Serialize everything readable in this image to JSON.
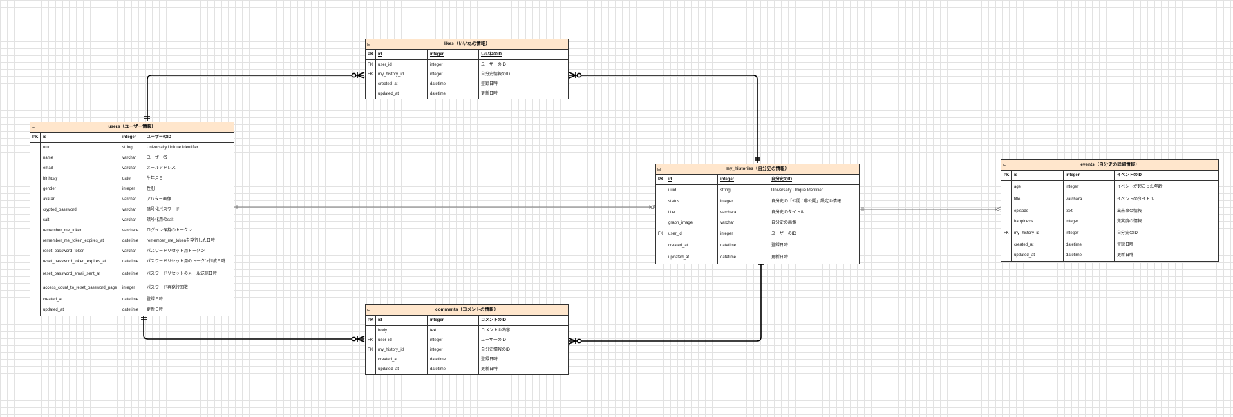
{
  "tables": {
    "likes": {
      "title": "likes（いいねの情報）",
      "rows": [
        {
          "key": "PK",
          "name": "id",
          "type": "integer",
          "comment": "いいねのID"
        },
        {
          "key": "FK",
          "name": "user_id",
          "type": "integer",
          "comment": "ユーザーのID"
        },
        {
          "key": "FK",
          "name": "my_history_id",
          "type": "integer",
          "comment": "自分史情報のID"
        },
        {
          "key": "",
          "name": "created_at",
          "type": "datetime",
          "comment": "登録日時"
        },
        {
          "key": "",
          "name": "updated_at",
          "type": "datetime",
          "comment": "更新日時"
        }
      ]
    },
    "users": {
      "title": "users（ユーザー情報）",
      "rows": [
        {
          "key": "PK",
          "name": "id",
          "type": "integer",
          "comment": "ユーザーのID"
        },
        {
          "key": "",
          "name": "uuid",
          "type": "string",
          "comment": "Universally Unique Identifier"
        },
        {
          "key": "",
          "name": "name",
          "type": "varchar",
          "comment": "ユーザー名"
        },
        {
          "key": "",
          "name": "email",
          "type": "varchar",
          "comment": "メールアドレス"
        },
        {
          "key": "",
          "name": "birthday",
          "type": "date",
          "comment": "生年月日"
        },
        {
          "key": "",
          "name": "gender",
          "type": "integer",
          "comment": "性別"
        },
        {
          "key": "",
          "name": "avatar",
          "type": "varchar",
          "comment": "アバター画像"
        },
        {
          "key": "",
          "name": "crypted_password",
          "type": "varchar",
          "comment": "暗号化パスワード"
        },
        {
          "key": "",
          "name": "salt",
          "type": "varchar",
          "comment": "暗号化用のsalt"
        },
        {
          "key": "",
          "name": "remember_me_token",
          "type": "varchare",
          "comment": "ログイン保持のトークン"
        },
        {
          "key": "",
          "name": "remember_me_token_expires_at",
          "type": "datetime",
          "comment": "remember_me_tokenを発行した日時"
        },
        {
          "key": "",
          "name": "reset_password_token",
          "type": "varchar",
          "comment": "パスワードリセット用トークン"
        },
        {
          "key": "",
          "name": "reset_password_token_expires_at",
          "type": "datetime",
          "comment": "パスワードリセット用のトークン作成日時"
        },
        {
          "key": "",
          "name": "reset_password_email_sent_at",
          "type": "datetime",
          "comment": "パスワードリセットのメール送信日時"
        },
        {
          "key": "",
          "name": "access_count_to_reset_password_page",
          "type": "integer",
          "comment": "パスワード再発行回数"
        },
        {
          "key": "",
          "name": "created_at",
          "type": "datetime",
          "comment": "登録日時"
        },
        {
          "key": "",
          "name": "updated_at",
          "type": "datetime",
          "comment": "更新日時"
        }
      ]
    },
    "my_histories": {
      "title": "my_histories（自分史の情報）",
      "rows": [
        {
          "key": "PK",
          "name": "id",
          "type": "integer",
          "comment": "自分史のID"
        },
        {
          "key": "",
          "name": "uuid",
          "type": "string",
          "comment": "Universally Unique Identifier"
        },
        {
          "key": "",
          "name": "status",
          "type": "integer",
          "comment": "自分史の「公開 / 非公開」設定の情報"
        },
        {
          "key": "",
          "name": "title",
          "type": "varchara",
          "comment": "自分史のタイトル"
        },
        {
          "key": "",
          "name": "graph_image",
          "type": "varchar",
          "comment": "自分史の画像"
        },
        {
          "key": "FK",
          "name": "user_id",
          "type": "integer",
          "comment": "ユーザーのID"
        },
        {
          "key": "",
          "name": "created_at",
          "type": "datetime",
          "comment": "登録日時"
        },
        {
          "key": "",
          "name": "updated_at",
          "type": "datetime",
          "comment": "更新日時"
        }
      ]
    },
    "events": {
      "title": "events（自分史の詳細情報）",
      "rows": [
        {
          "key": "PK",
          "name": "id",
          "type": "integer",
          "comment": "イベントのID"
        },
        {
          "key": "",
          "name": "age",
          "type": "integer",
          "comment": "イベントが起こった年齢"
        },
        {
          "key": "",
          "name": "title",
          "type": "varchara",
          "comment": "イベントのタイトル"
        },
        {
          "key": "",
          "name": "episode",
          "type": "text",
          "comment": "出来事の情報"
        },
        {
          "key": "",
          "name": "happiness",
          "type": "integer",
          "comment": "充実度の情報"
        },
        {
          "key": "FK",
          "name": "my_history_id",
          "type": "integer",
          "comment": "自分史のID"
        },
        {
          "key": "",
          "name": "created_at",
          "type": "datetime",
          "comment": "登録日時"
        },
        {
          "key": "",
          "name": "updated_at",
          "type": "datetime",
          "comment": "更新日時"
        }
      ]
    },
    "comments": {
      "title": "comments（コメントの情報）",
      "rows": [
        {
          "key": "PK",
          "name": "id",
          "type": "integer",
          "comment": "コメントのID"
        },
        {
          "key": "",
          "name": "body",
          "type": "text",
          "comment": "コメントの内容"
        },
        {
          "key": "FK",
          "name": "user_id",
          "type": "integer",
          "comment": "ユーザーのID"
        },
        {
          "key": "FK",
          "name": "my_history_id",
          "type": "integer",
          "comment": "自分史情報のID"
        },
        {
          "key": "",
          "name": "created_at",
          "type": "datetime",
          "comment": "登録日時"
        },
        {
          "key": "",
          "name": "updated_at",
          "type": "datetime",
          "comment": "更新日時"
        }
      ]
    }
  },
  "colors": {
    "header_fill": "#ffe6cc",
    "border": "#333333",
    "relation_bold": "#000000",
    "relation_thin": "#777777",
    "grid": "#e2e2e2"
  },
  "icons": {
    "collapse": "minus-icon"
  }
}
